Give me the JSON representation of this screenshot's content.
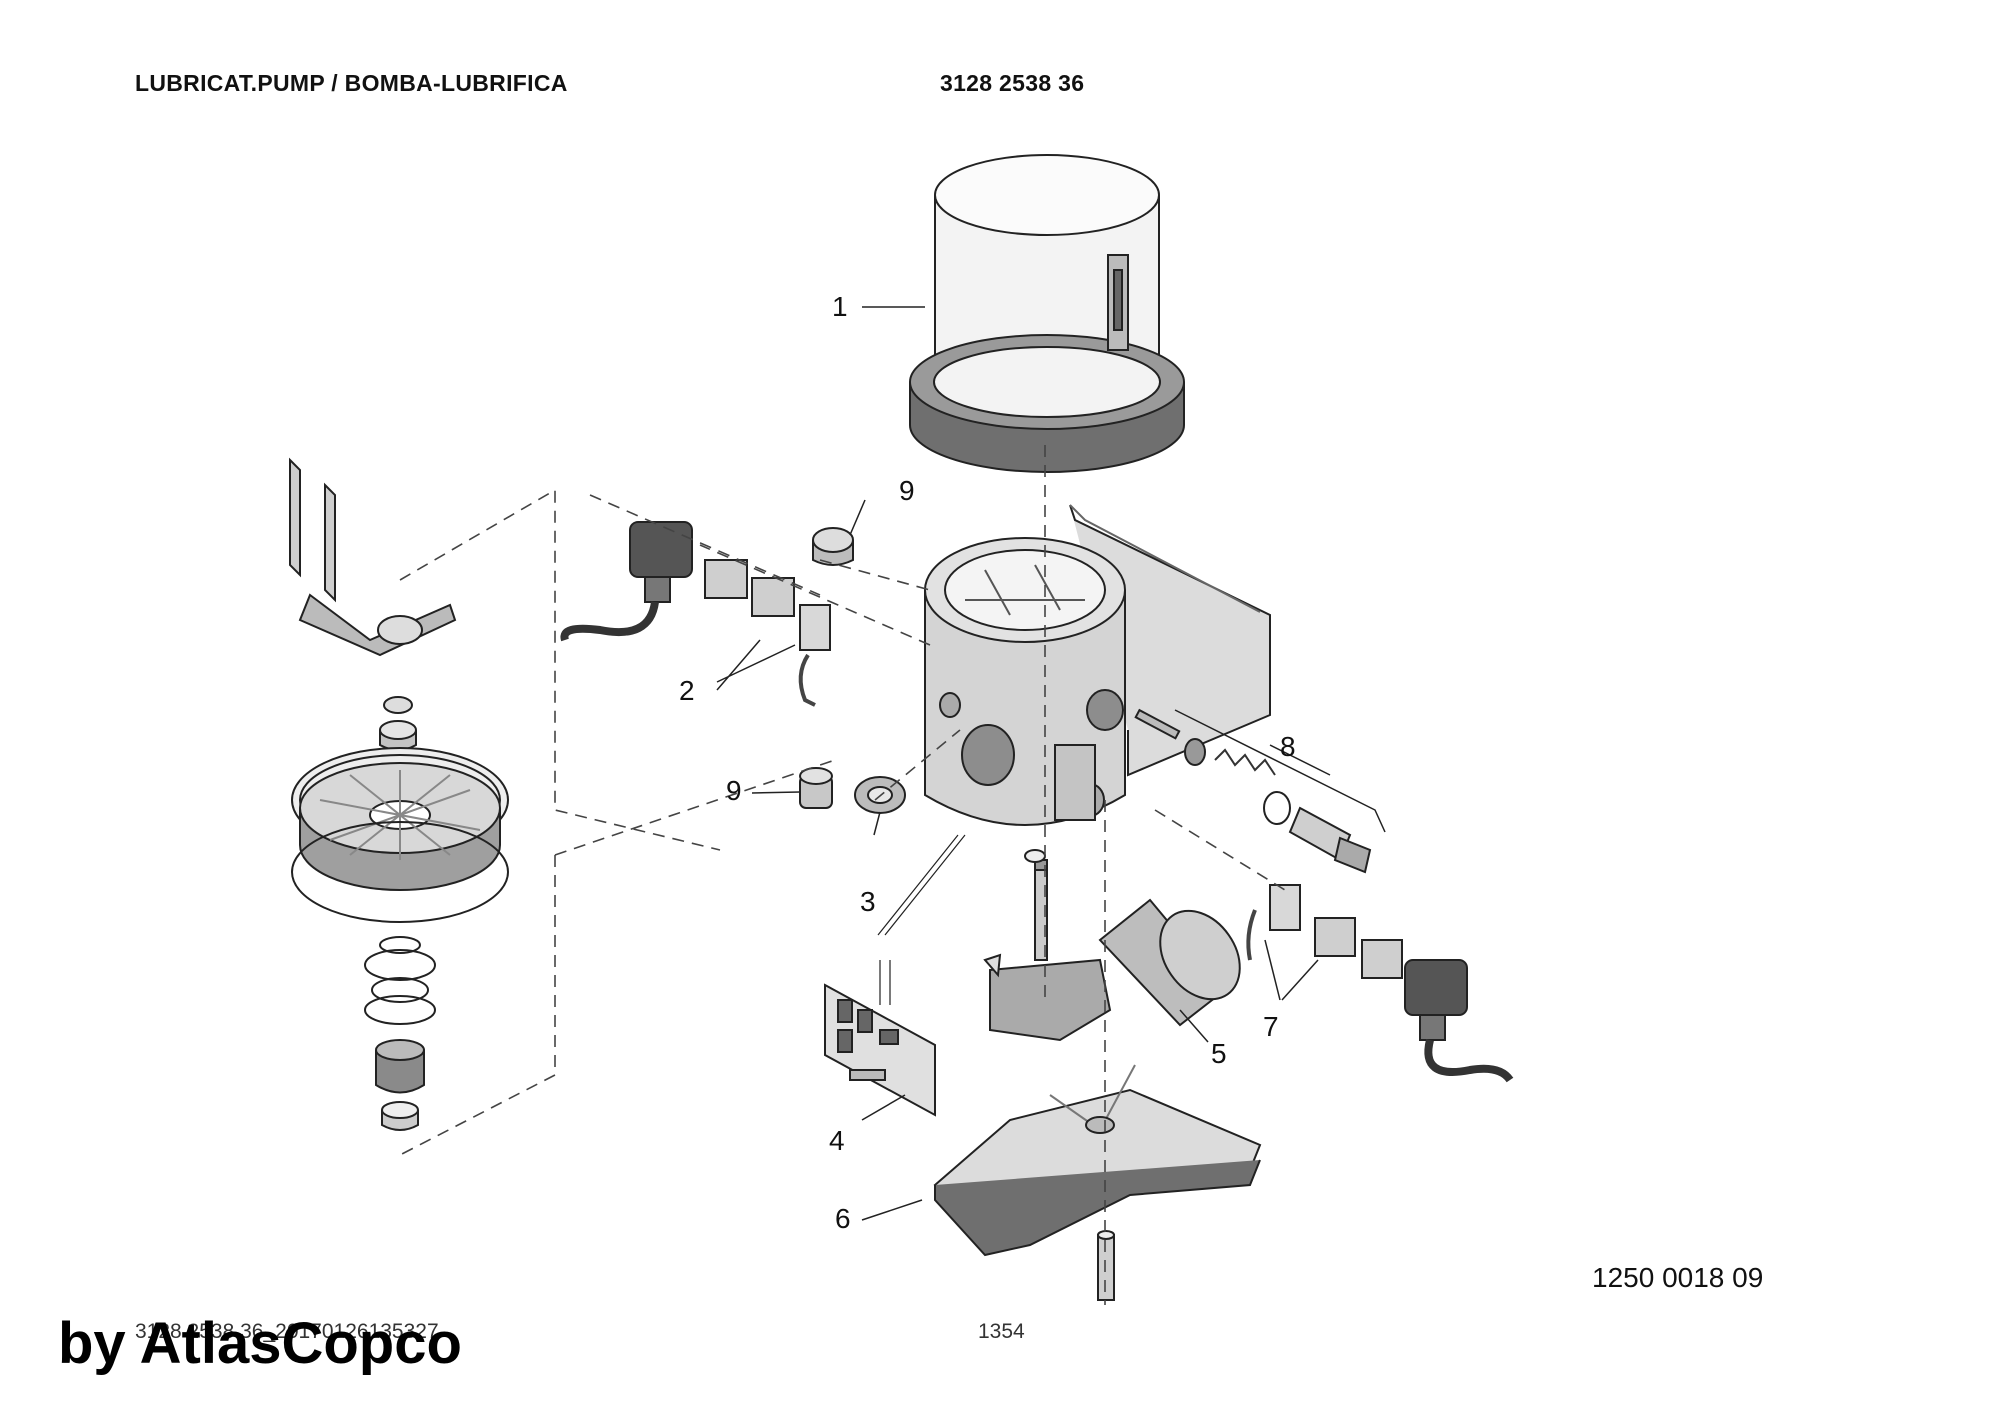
{
  "header": {
    "title": "LUBRICAT.PUMP / BOMBA-LUBRIFICA",
    "part_number": "3128 2538 36"
  },
  "callouts": [
    "1",
    "2",
    "3",
    "4",
    "5",
    "6",
    "7",
    "8",
    "9",
    "9"
  ],
  "drawing_reference": "1250 0018 09",
  "footer": {
    "document_code": "3128 2538 36_20170126135327",
    "page": "1354",
    "brand": "by AtlasCopco"
  }
}
